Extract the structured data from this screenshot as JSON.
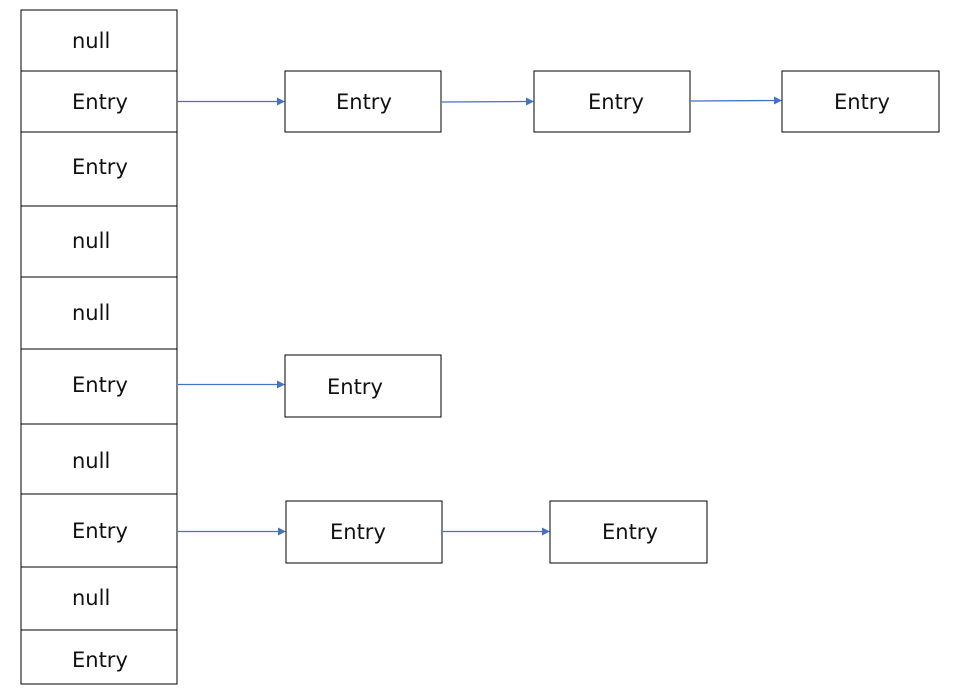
{
  "colors": {
    "arrow": "#4472C4",
    "border": "#000000",
    "text": "#111111"
  },
  "table": {
    "cells": [
      "null",
      "Entry",
      "Entry",
      "null",
      "null",
      "Entry",
      "null",
      "Entry",
      "null",
      "Entry"
    ]
  },
  "chains": [
    {
      "from_cell": 1,
      "nodes": [
        "Entry",
        "Entry",
        "Entry"
      ]
    },
    {
      "from_cell": 5,
      "nodes": [
        "Entry"
      ]
    },
    {
      "from_cell": 7,
      "nodes": [
        "Entry",
        "Entry"
      ]
    }
  ]
}
